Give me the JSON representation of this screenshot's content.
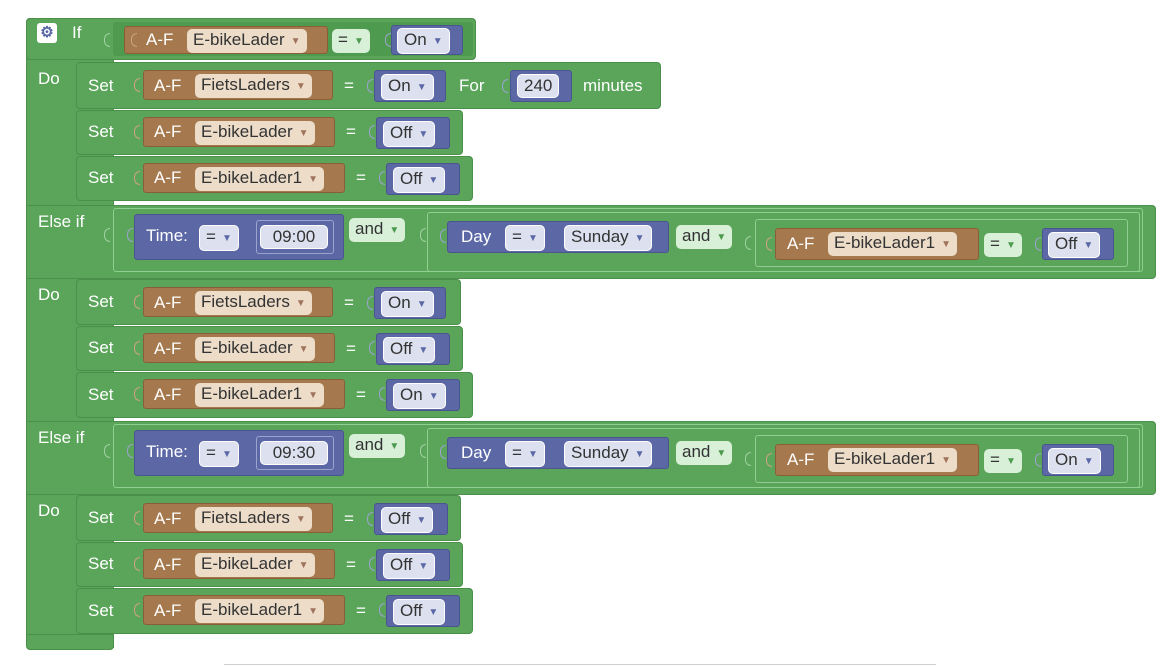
{
  "labels": {
    "if": "If",
    "do": "Do",
    "else_if": "Else if",
    "set": "Set",
    "eq": "=",
    "for": "For",
    "minutes": "minutes",
    "and": "and",
    "time": "Time:",
    "day": "Day",
    "af": "A-F"
  },
  "if_condition": {
    "device": "E-bikeLader",
    "operator": "=",
    "value": "On"
  },
  "do1": [
    {
      "device": "FietsLaders",
      "value": "On",
      "duration": "240"
    },
    {
      "device": "E-bikeLader",
      "value": "Off"
    },
    {
      "device": "E-bikeLader1",
      "value": "Off"
    }
  ],
  "elseif1": {
    "time_op": "=",
    "time": "09:00",
    "day_op": "=",
    "day": "Sunday",
    "device": "E-bikeLader1",
    "operator": "=",
    "value": "Off"
  },
  "do2": [
    {
      "device": "FietsLaders",
      "value": "On"
    },
    {
      "device": "E-bikeLader",
      "value": "Off"
    },
    {
      "device": "E-bikeLader1",
      "value": "On"
    }
  ],
  "elseif2": {
    "time_op": "=",
    "time": "09:30",
    "day_op": "=",
    "day": "Sunday",
    "device": "E-bikeLader1",
    "operator": "=",
    "value": "On"
  },
  "do3": [
    {
      "device": "FietsLaders",
      "value": "Off"
    },
    {
      "device": "E-bikeLader",
      "value": "Off"
    },
    {
      "device": "E-bikeLader1",
      "value": "Off"
    }
  ],
  "colors": {
    "logic_green": "#5ba55b",
    "device_brown": "#a5784d",
    "value_purple": "#5b68a5"
  },
  "icons": {
    "mutator": "gear-icon",
    "dropdown": "caret-down-icon"
  }
}
